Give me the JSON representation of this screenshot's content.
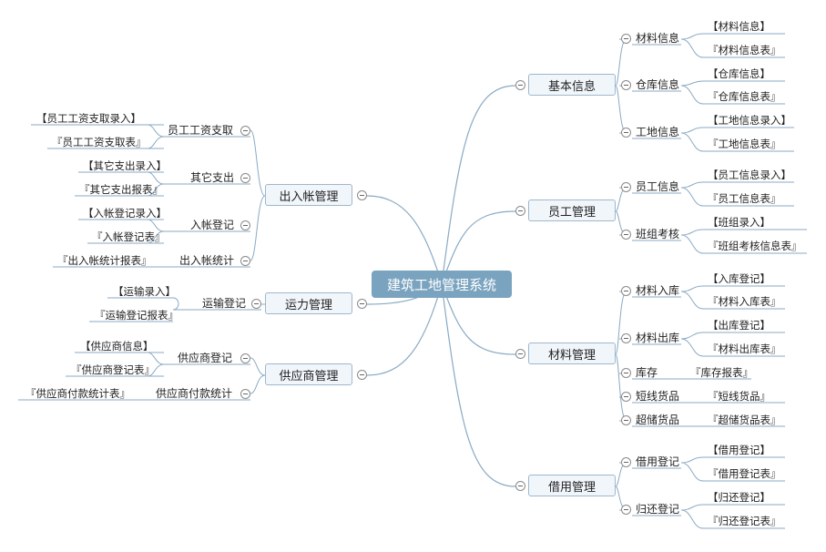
{
  "central": "建筑工地管理系统",
  "main": {
    "jiben": "基本信息",
    "yuangong": "员工管理",
    "cailiao": "材料管理",
    "jieyong": "借用管理",
    "churu": "出入帐管理",
    "yunli": "运力管理",
    "gongying": "供应商管理"
  },
  "sub": {
    "cailiao_xinxi": "材料信息",
    "cangku_xinxi": "仓库信息",
    "gongdi_xinxi": "工地信息",
    "yuangong_xinxi": "员工信息",
    "banzu_kaohe": "班组考核",
    "cailiao_ruku": "材料入库",
    "cailiao_chuku": "材料出库",
    "kucun": "库存",
    "duanxian": "短线货品",
    "chaochu": "超储货品",
    "jieyong_dengji": "借用登记",
    "guihuan_dengji": "归还登记",
    "gongzi_zhiqu": "员工工资支取",
    "qita_zhichu": "其它支出",
    "ruzhang_dengji": "入帐登记",
    "churuzhang_tongji": "出入帐统计",
    "yunshu_dengji": "运输登记",
    "gongyingshang_dengji": "供应商登记",
    "fukuan_tongji": "供应商付款统计"
  },
  "leaf": {
    "cailiao_xinxi_1": "【材料信息】",
    "cailiao_xinxi_2": "『材料信息表』",
    "cangku_1": "【仓库信息】",
    "cangku_2": "『仓库信息表』",
    "gongdi_1": "【工地信息录入】",
    "gongdi_2": "『工地信息表』",
    "yuangong_1": "【员工信息录入】",
    "yuangong_2": "『员工信息表』",
    "banzu_1": "【班组录入】",
    "banzu_2": "『班组考核信息表』",
    "ruku_1": "【入库登记】",
    "ruku_2": "『材料入库表』",
    "chuku_1": "【出库登记】",
    "chuku_2": "『材料出库表』",
    "kucun_1": "『库存报表』",
    "duanxian_1": "『短线货品』",
    "chaochu_1": "『超储货品表』",
    "jieyong_1": "【借用登记】",
    "jieyong_2": "『借用登记表』",
    "guihuan_1": "【归还登记】",
    "guihuan_2": "『归还登记表』",
    "gongzi_1": "【员工工资支取录入】",
    "gongzi_2": "『员工工资支取表』",
    "qita_1": "【其它支出录入】",
    "qita_2": "『其它支出报表』",
    "ruzhang_1": "【入帐登记录入】",
    "ruzhang_2": "『入帐登记表』",
    "tongji_1": "『出入帐统计报表』",
    "yunshu_1": "【运输录入】",
    "yunshu_2": "『运输登记报表』",
    "gys_1": "【供应商信息】",
    "gys_2": "『供应商登记表』",
    "fukuan_1": "『供应商付款统计表』"
  },
  "colors": {
    "central": "#7aa3bf",
    "line": "#8aaac4",
    "main_fill": "#f1f6fb"
  }
}
